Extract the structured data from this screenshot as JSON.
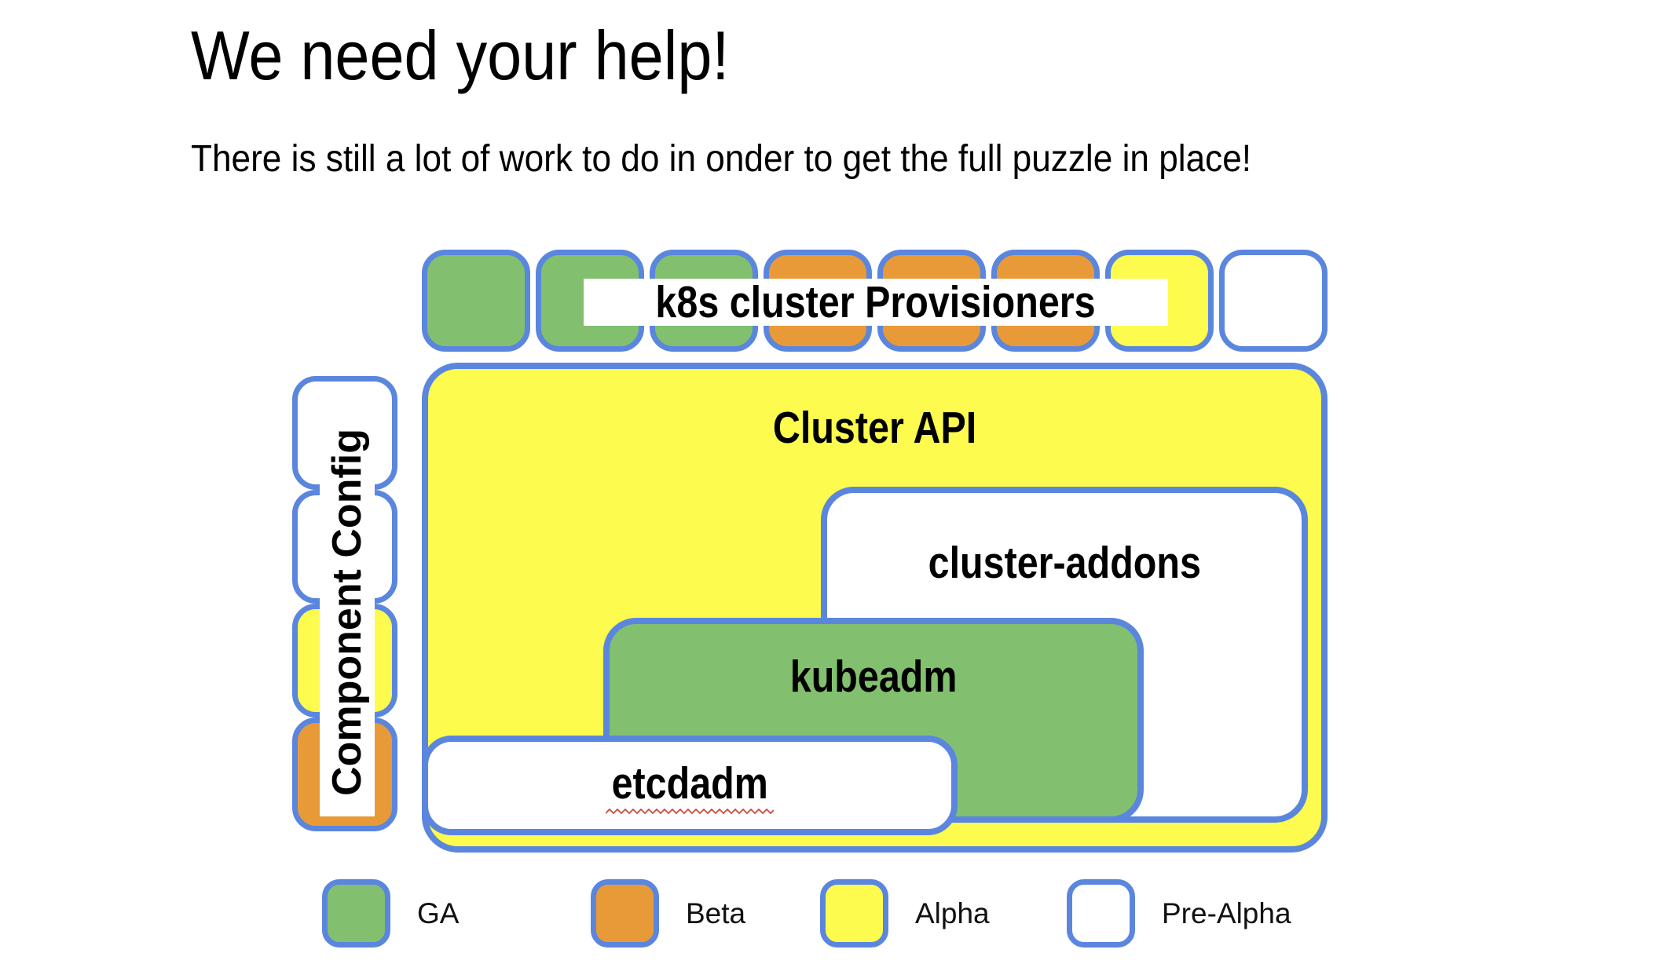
{
  "page": {
    "title": "We need your help!",
    "subtitle": "There is still a lot of work to do in onder to get the full puzzle in place!"
  },
  "colors": {
    "ga": "#82C06F",
    "beta": "#E99A38",
    "alpha": "#FDFB4D",
    "pre_alpha": "#FFFFFF",
    "border": "#5B86DE",
    "squiggle": "#CC4B3C"
  },
  "provisioners": {
    "label": "k8s cluster Provisioners",
    "squares": [
      "ga",
      "ga",
      "ga",
      "beta",
      "beta",
      "beta",
      "alpha",
      "pre_alpha"
    ]
  },
  "component_config": {
    "label": "Component Config",
    "squares": [
      "pre_alpha",
      "pre_alpha",
      "alpha",
      "beta"
    ]
  },
  "boxes": {
    "cluster_api": {
      "label": "Cluster API",
      "status": "alpha"
    },
    "cluster_addons": {
      "label": "cluster-addons",
      "status": "pre_alpha"
    },
    "kubeadm": {
      "label": "kubeadm",
      "status": "ga"
    },
    "etcdadm": {
      "label": "etcdadm",
      "status": "pre_alpha",
      "has_spellcheck_underline": true
    }
  },
  "legend": {
    "items": [
      {
        "label": "GA",
        "status": "ga"
      },
      {
        "label": "Beta",
        "status": "beta"
      },
      {
        "label": "Alpha",
        "status": "alpha"
      },
      {
        "label": "Pre-Alpha",
        "status": "pre_alpha"
      }
    ]
  }
}
